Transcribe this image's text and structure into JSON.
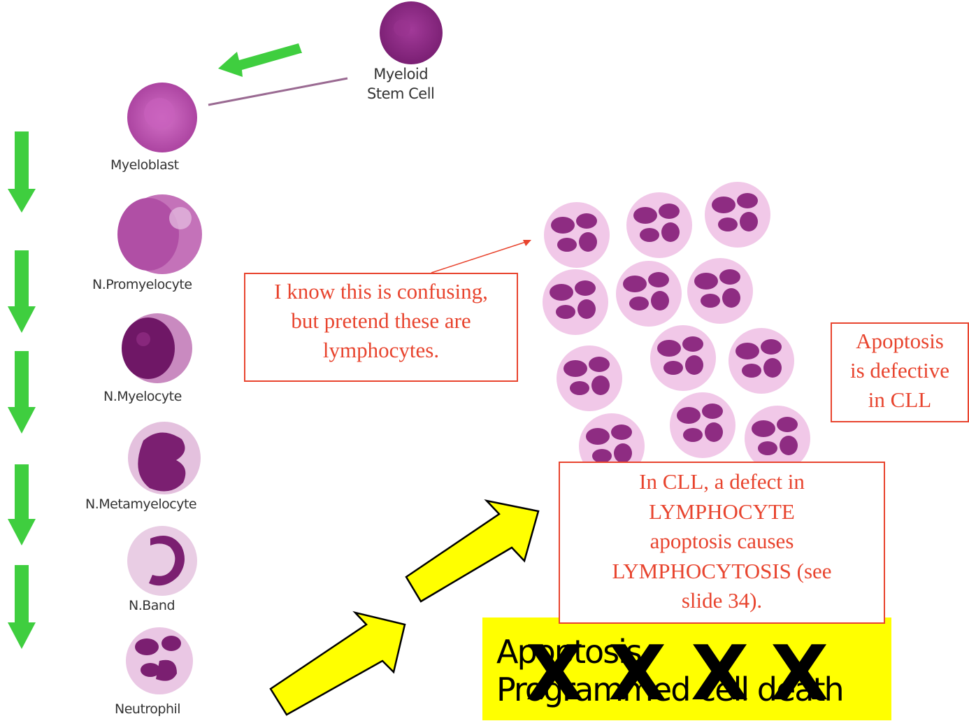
{
  "cells": {
    "stem": [
      "Myeloid",
      "Stem Cell"
    ],
    "myeloblast": "Myeloblast",
    "promyelocyte": "N.Promyelocyte",
    "myelocyte": "N.Myelocyte",
    "metamyelocyte": "N.Metamyelocyte",
    "band": "N.Band",
    "neutrophil": "Neutrophil"
  },
  "callouts": {
    "confusing": [
      "I know this is confusing,",
      "but pretend these are",
      "lymphocytes."
    ],
    "apoptosis_defective": [
      "Apoptosis",
      "is defective",
      "in CLL"
    ],
    "cll_defect": [
      "In CLL, a defect in",
      "LYMPHOCYTE",
      "apoptosis causes",
      "LYMPHOCYTOSIS (see",
      "slide 34)."
    ]
  },
  "yellow_box": {
    "line1": "Apoptosis",
    "line2": "Programmed cell death",
    "crosses": [
      "X",
      "X",
      "X",
      "X"
    ]
  },
  "colors": {
    "green_arrow": "#3fce3f",
    "yellow_arrow": "#ffff00",
    "callout_red": "#e8442e",
    "cell_purple": "#8e2c82",
    "cell_pink": "#f1c8e8"
  }
}
